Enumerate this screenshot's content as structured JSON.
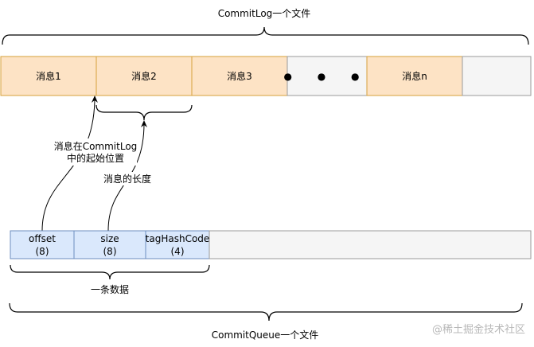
{
  "colors": {
    "orange_fill": "#fde3c5",
    "orange_stroke": "#d6a03a",
    "gray_fill": "#f5f5f5",
    "gray_stroke": "#9a9a9a",
    "blue_fill": "#dae8fc",
    "blue_stroke": "#6c8ebf",
    "line": "#000000"
  },
  "commitlog": {
    "title": "CommitLog一个文件",
    "cells": [
      {
        "label": "消息1"
      },
      {
        "label": "消息2"
      },
      {
        "label": "消息3"
      },
      {
        "label": "● ● ●"
      },
      {
        "label": "消息n"
      },
      {
        "label": ""
      }
    ]
  },
  "annotations": {
    "start_position_line1": "消息在CommitLog",
    "start_position_line2": "中的起始位置",
    "message_length": "消息的长度"
  },
  "commitqueue": {
    "title": "CommitQueue一个文件",
    "record_label": "一条数据",
    "cells": [
      {
        "name": "offset",
        "size": "(8)"
      },
      {
        "name": "size",
        "size": "(8)"
      },
      {
        "name": "tagHashCode",
        "size": "(4)"
      },
      {
        "name": "",
        "size": ""
      }
    ]
  },
  "watermark": "@稀土掘金技术社区"
}
